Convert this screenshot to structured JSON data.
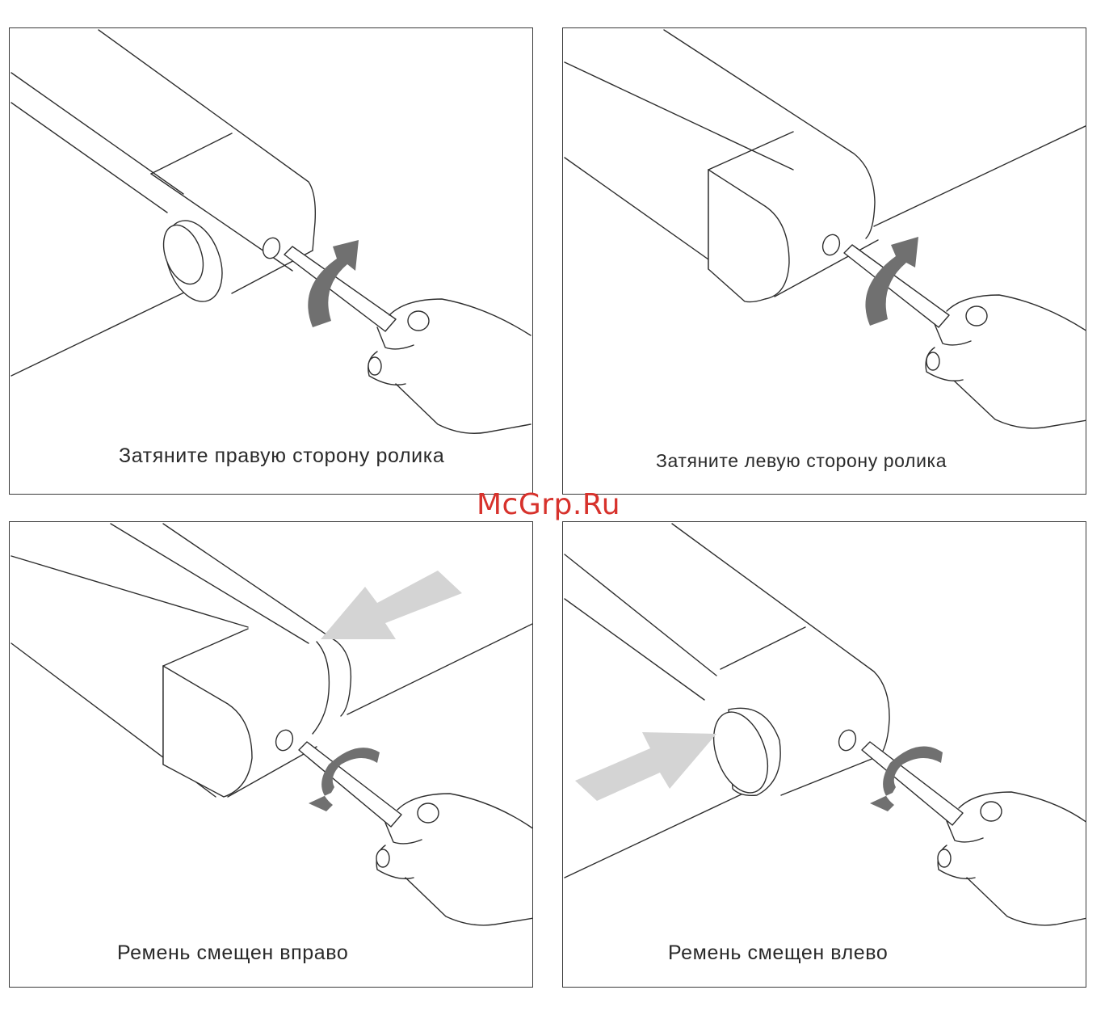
{
  "watermark": "McGrp.Ru",
  "colors": {
    "line": "#2e2e2e",
    "rotation_arrow": "#707070",
    "belt_arrow": "#d4d4d4",
    "watermark": "#d7322c"
  },
  "panels": [
    {
      "caption": "Затяните правую сторону ролика",
      "rotation": "clockwise",
      "icons": [
        "treadmill-roller-icon",
        "hex-key-icon",
        "hand-icon",
        "rotate-arrow-icon"
      ]
    },
    {
      "caption": "Затяните левую сторону ролика",
      "rotation": "clockwise",
      "icons": [
        "treadmill-roller-icon",
        "hex-key-icon",
        "hand-icon",
        "rotate-arrow-icon"
      ]
    },
    {
      "caption": "Ремень смещен вправо",
      "rotation": "counterclockwise",
      "belt_shift": "left-arrow",
      "icons": [
        "treadmill-roller-icon",
        "hex-key-icon",
        "hand-icon",
        "rotate-arrow-icon",
        "belt-direction-arrow-icon"
      ]
    },
    {
      "caption": "Ремень смещен влево",
      "rotation": "counterclockwise",
      "belt_shift": "right-arrow",
      "icons": [
        "treadmill-roller-icon",
        "hex-key-icon",
        "hand-icon",
        "rotate-arrow-icon",
        "belt-direction-arrow-icon"
      ]
    }
  ]
}
